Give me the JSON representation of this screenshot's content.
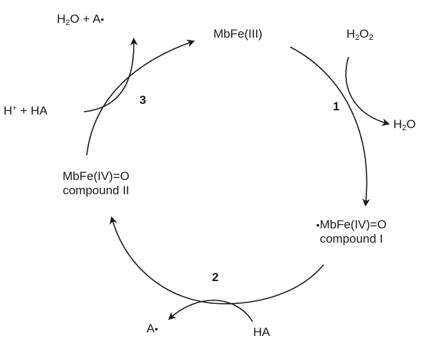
{
  "species": {
    "mbfe3": "MbFe(III)",
    "compound1_formula": "MbFe(IV)=O",
    "compound1_name": "compound I",
    "compound2_formula": "MbFe(IV)=O",
    "compound2_name": "compound II"
  },
  "reagents": {
    "h2o2_h": "H",
    "h2o2_sub1": "2",
    "h2o2_o": "O",
    "h2o2_sub2": "2",
    "h2o_out_h": "H",
    "h2o_out_sub": "2",
    "h2o_out_o": "O",
    "ha_step2": "HA",
    "a_radical_step2": "A",
    "hplus_h": "H",
    "hplus_sup": "+",
    "hplus_rest": " + HA",
    "product3_h": "H",
    "product3_sub": "2",
    "product3_rest": "O + A"
  },
  "steps": {
    "step1": "1",
    "step2": "2",
    "step3": "3"
  },
  "symbols": {
    "radical_dot": "•"
  }
}
